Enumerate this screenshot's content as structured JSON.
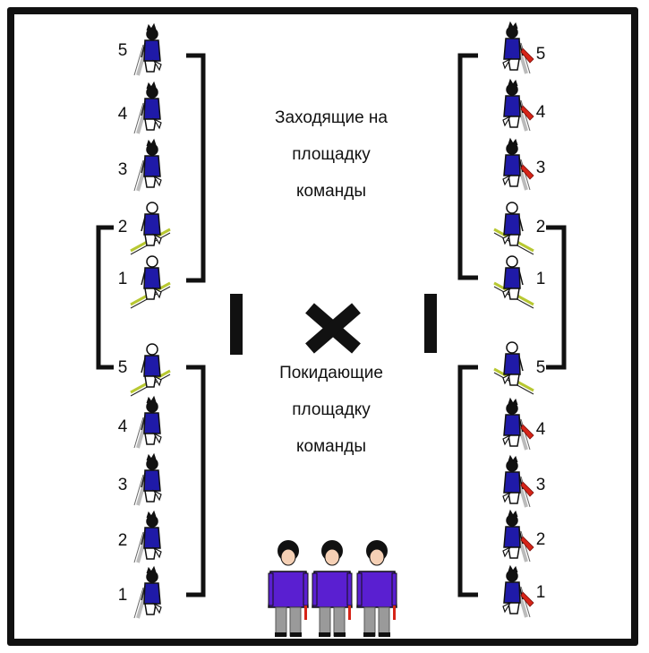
{
  "texts": {
    "entering": [
      "Заходящие на",
      "площадку",
      "команды"
    ],
    "leaving": [
      "Покидающие",
      "площадку",
      "команды"
    ]
  },
  "numbers": {
    "left_top": [
      "5",
      "4",
      "3",
      "2",
      "1"
    ],
    "left_bottom": [
      "5",
      "4",
      "3",
      "2",
      "1"
    ],
    "right_top": [
      "5",
      "4",
      "3",
      "2",
      "1"
    ],
    "right_bottom": [
      "5",
      "4",
      "3",
      "2",
      "1"
    ]
  },
  "icons": {
    "player": "fencer-figure-icon",
    "center_mark": "cross-icon",
    "referee": "referee-figure-icon"
  },
  "colors": {
    "uniform": "#1f1aa8",
    "flag": "#d62418",
    "referee_shirt": "#5a1fd1",
    "referee_pants": "#9a9a9a",
    "weapon": "#b8c832",
    "line": "#111111"
  }
}
